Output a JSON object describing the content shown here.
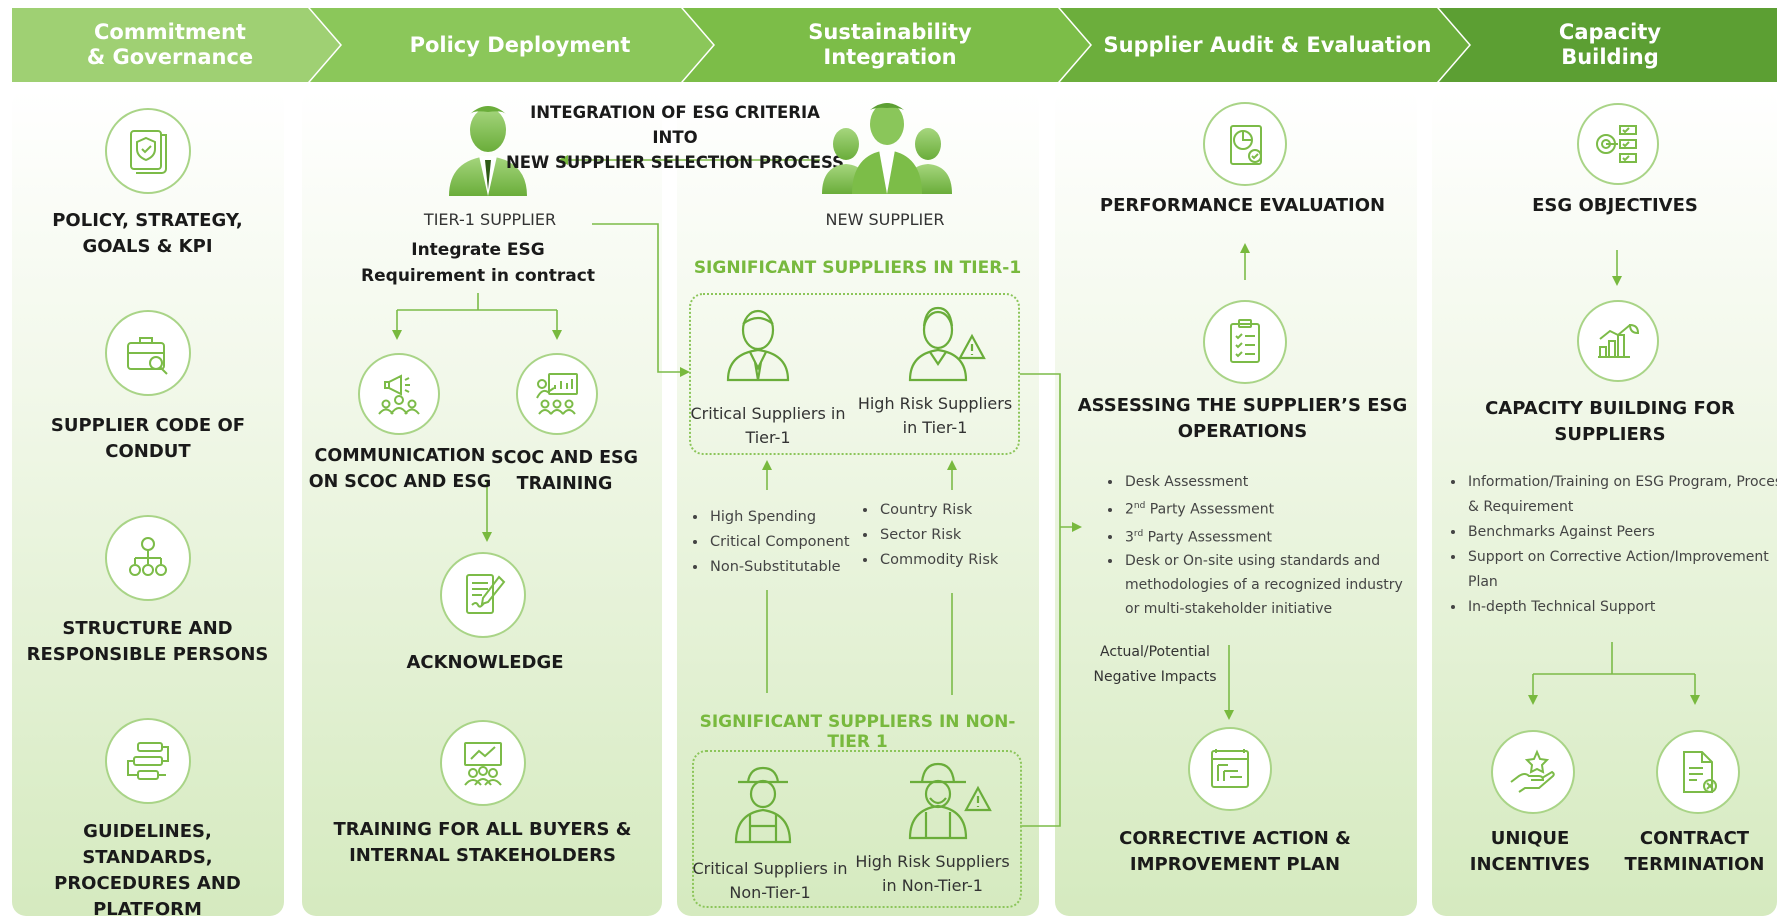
{
  "headers": [
    {
      "label": "Commitment\n& Governance",
      "color": "#9ccd70"
    },
    {
      "label": "Policy  Deployment",
      "color": "#8ac65a"
    },
    {
      "label": "Sustainability\nIntegration",
      "color": "#7dbd48"
    },
    {
      "label": "Supplier  Audit  &  Evaluation",
      "color": "#6aad3a"
    },
    {
      "label": "Capacity\nBuilding",
      "color": "#5a9d32"
    }
  ],
  "governance": {
    "policy": "POLICY, STRATEGY,\nGOALS & KPI",
    "code": "SUPPLIER CODE OF CONDUT",
    "structure": "STRUCTURE AND\nRESPONSIBLE PERSONS",
    "guidelines": "GUIDELINES, STANDARDS,\nPROCEDURES AND\nPLATFORM"
  },
  "integration_title": "INTEGRATION OF ESG CRITERIA INTO\nNEW SUPPLIER SELECTION PROCESS",
  "policy": {
    "tier1": "TIER-1 SUPPLIER",
    "integrate": "Integrate ESG\nRequirement in contract",
    "communication": "COMMUNICATION\nON SCOC AND ESG",
    "training": "SCOC AND ESG\nTRAINING",
    "acknowledge": "ACKNOWLEDGE",
    "training_all": "TRAINING FOR ALL BUYERS &\nINTERNAL STAKEHOLDERS"
  },
  "sustainability": {
    "new_supplier": "NEW SUPPLIER",
    "sig_tier1": "SIGNIFICANT SUPPLIERS IN TIER-1",
    "critical_t1": "Critical Suppliers in\nTier-1",
    "highrisk_t1": "High  Risk Suppliers\nin Tier-1",
    "left_bullets": [
      "High Spending",
      "Critical Component",
      "Non-Substitutable"
    ],
    "right_bullets": [
      "Country Risk",
      "Sector Risk",
      "Commodity Risk"
    ],
    "sig_nontier1": "SIGNIFICANT SUPPLIERS IN NON-TIER 1",
    "critical_nt1": "Critical Suppliers in\nNon-Tier-1",
    "highrisk_nt1": "High Risk Suppliers\nin Non-Tier-1"
  },
  "audit": {
    "performance": "PERFORMANCE EVALUATION",
    "assessing": "ASSESSING THE SUPPLIER’S ESG\nOPERATIONS",
    "bullet_1": "Desk Assessment",
    "bullet_2_pre": "2",
    "bullet_2_sup": "nd",
    "bullet_2_post": " Party Assessment",
    "bullet_3_pre": "3",
    "bullet_3_sup": "rd",
    "bullet_3_post": " Party Assessment",
    "bullet_4": "Desk or On-site using standards and methodologies of a recognized industry or multi-stakeholder initiative",
    "impacts": "Actual/Potential\nNegative Impacts",
    "corrective": "CORRECTIVE ACTION &\nIMPROVEMENT PLAN"
  },
  "capacity": {
    "objectives": "ESG OBJECTIVES",
    "building": "CAPACITY BUILDING FOR SUPPLIERS",
    "bullets": [
      "Information/Training on ESG Program, Process & Requirement",
      "Benchmarks Against Peers",
      "Support on Corrective  Action/Improvement Plan",
      "In-depth Technical Support"
    ],
    "incentives": "UNIQUE\nINCENTIVES",
    "termination": "CONTRACT\nTERMINATION"
  }
}
